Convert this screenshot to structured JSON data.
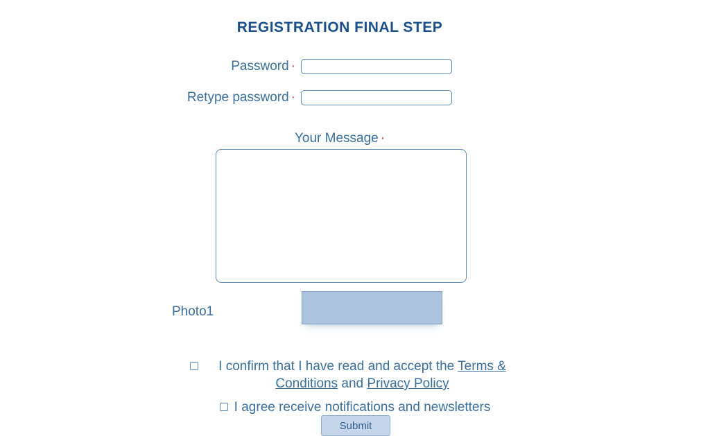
{
  "form": {
    "title": "REGISTRATION FINAL STEP",
    "required_marker": "·",
    "fields": {
      "password": {
        "label": "Password",
        "value": "",
        "placeholder": "",
        "required": true
      },
      "retype_password": {
        "label": "Retype password",
        "value": "",
        "placeholder": "",
        "required": true
      },
      "message": {
        "label": "Your Message",
        "value": "",
        "placeholder": "",
        "required": true
      },
      "photo1": {
        "label": "Photo1",
        "button_text": ""
      }
    },
    "checkboxes": {
      "terms": {
        "text_before": "I confirm that I have read and accept the ",
        "link_terms": "Terms & Conditions",
        "text_middle": " and ",
        "link_privacy": "Privacy Policy",
        "checked": false
      },
      "newsletters": {
        "text": "I agree receive notifications and newsletters",
        "checked": false
      }
    },
    "submit": {
      "label": "Submit"
    }
  },
  "colors": {
    "title": "#1b4f8a",
    "text": "#3b6e9a",
    "border": "#5b89b0",
    "required": "#d2342b",
    "photo_fill": "#aec3de",
    "background": "#ffffff"
  }
}
